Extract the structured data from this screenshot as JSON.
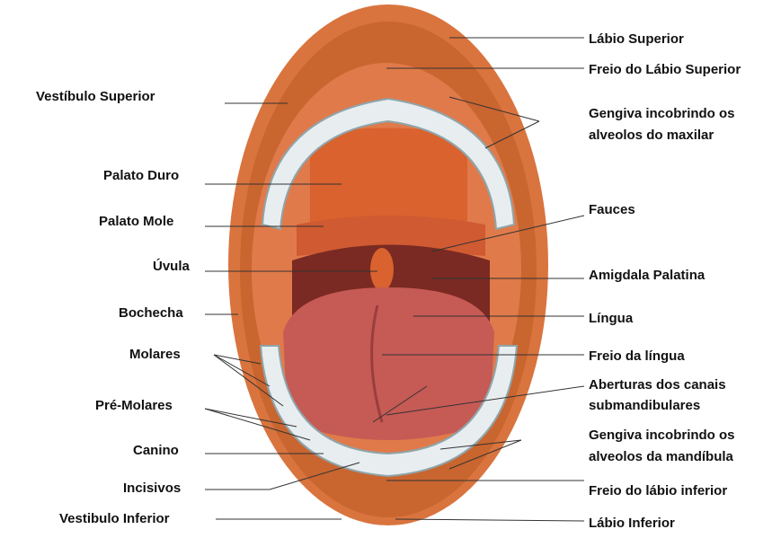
{
  "title": "",
  "labels_left": [
    {
      "id": "vestibulo-superior",
      "text": "Vestíbulo Superior"
    },
    {
      "id": "palato-duro",
      "text": "Palato Duro"
    },
    {
      "id": "palato-mole",
      "text": "Palato Mole"
    },
    {
      "id": "uvula",
      "text": "Úvula"
    },
    {
      "id": "bochecha",
      "text": "Bochecha"
    },
    {
      "id": "molares",
      "text": "Molares"
    },
    {
      "id": "pre-molares",
      "text": "Pré-Molares"
    },
    {
      "id": "canino",
      "text": "Canino"
    },
    {
      "id": "incisivos",
      "text": "Incisivos"
    },
    {
      "id": "vestibulo-inferior",
      "text": "Vestibulo Inferior"
    }
  ],
  "labels_right": [
    {
      "id": "labio-superior",
      "text": "Lábio Superior"
    },
    {
      "id": "freio-labio-superior",
      "text": "Freio do Lábio Superior"
    },
    {
      "id": "gengiva-maxilar-1",
      "text": "Gengiva incobrindo os"
    },
    {
      "id": "gengiva-maxilar-2",
      "text": "alveolos do maxilar"
    },
    {
      "id": "fauces",
      "text": "Fauces"
    },
    {
      "id": "amigdala-palatina",
      "text": "Amigdala Palatina"
    },
    {
      "id": "lingua",
      "text": "Língua"
    },
    {
      "id": "freio-lingua",
      "text": "Freio da língua"
    },
    {
      "id": "aberturas-1",
      "text": "Aberturas dos canais"
    },
    {
      "id": "aberturas-2",
      "text": "submandibulares"
    },
    {
      "id": "gengiva-mandibula-1",
      "text": "Gengiva incobrindo os"
    },
    {
      "id": "gengiva-mandibula-2",
      "text": "alveolos da mandíbula"
    },
    {
      "id": "freio-labio-inferior",
      "text": "Freio do lábio inferior"
    },
    {
      "id": "labio-inferior",
      "text": "Lábio Inferior"
    }
  ],
  "colors": {
    "lip": "#d9743e",
    "lip_dark": "#b85a2c",
    "palate": "#d96a3a",
    "throat": "#7a2a22",
    "tongue": "#c65a55",
    "tooth": "#e8eef0",
    "tooth_shade": "#8fa5ab"
  }
}
